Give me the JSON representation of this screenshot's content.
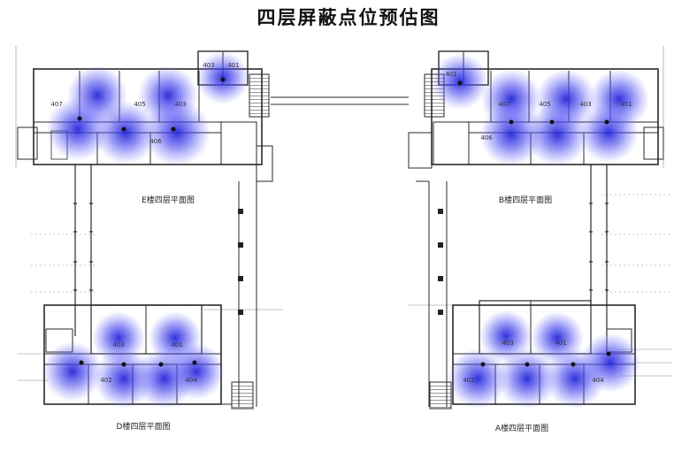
{
  "title": "四层屏蔽点位预估图",
  "buildings": [
    {
      "label": "E楼四层平面图",
      "rooms": [
        "403",
        "401",
        "407",
        "405",
        "403",
        "406"
      ]
    },
    {
      "label": "B楼四层平面图",
      "rooms": [
        "401",
        "407",
        "405",
        "403",
        "401",
        "406"
      ]
    },
    {
      "label": "D楼四层平面图",
      "rooms": [
        "403",
        "401",
        "402",
        "404"
      ]
    },
    {
      "label": "A楼四层平面图",
      "rooms": [
        "403",
        "401",
        "402",
        "404"
      ]
    }
  ],
  "colors": {
    "signal": "#3a3ae6",
    "wall": "#2a2a2a",
    "line": "#555555"
  }
}
